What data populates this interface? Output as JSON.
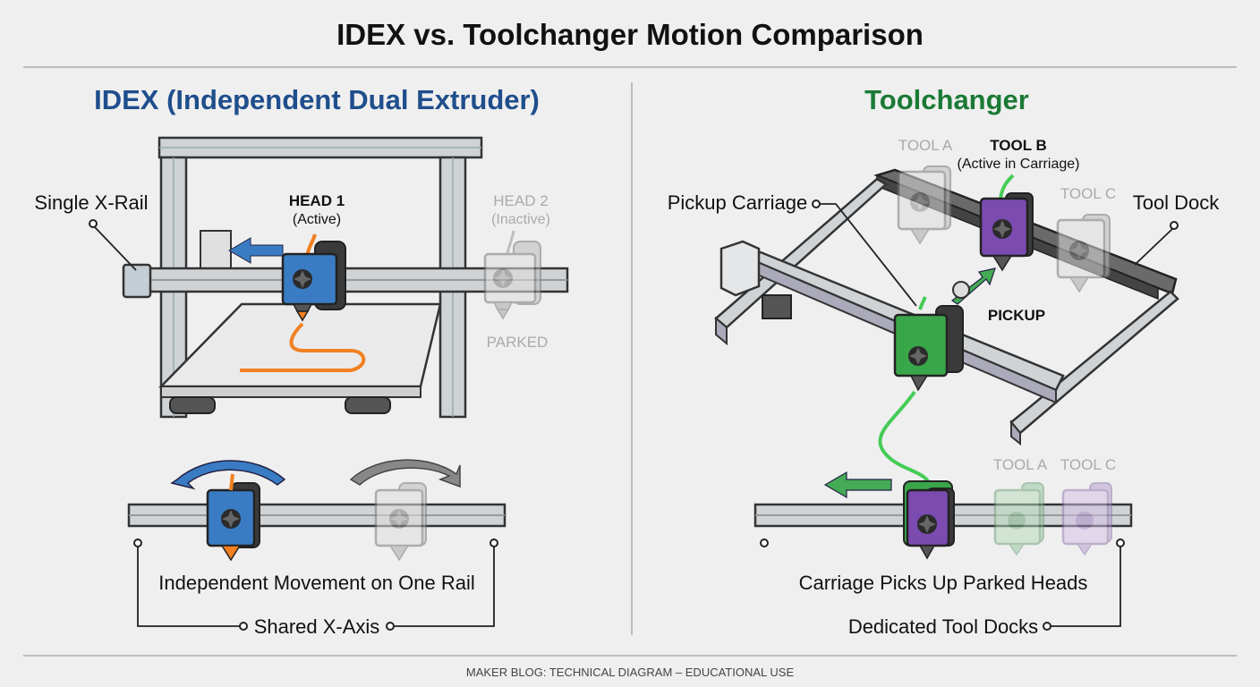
{
  "title": "IDEX vs. Toolchanger Motion Comparison",
  "footer": "MAKER BLOG: TECHNICAL DIAGRAM – EDUCATIONAL USE",
  "colors": {
    "idex_blue": "#1f4e8c",
    "toolchanger_green": "#1a7a35",
    "head_blue": "#3a7cc4",
    "head_green": "#3aa64a",
    "head_purple": "#7b4bb0",
    "filament_orange": "#f08020",
    "filament_green": "#44cc55",
    "arrow_blue": "#3a7cc4",
    "arrow_gray": "#888888",
    "arrow_green": "#44aa55"
  },
  "idex": {
    "heading": "IDEX (Independent Dual Extruder)",
    "single_x_rail_label": "Single X-Rail",
    "head1_title": "HEAD 1",
    "head1_state": "(Active)",
    "head2_title": "HEAD 2",
    "head2_state": "(Inactive)",
    "parked_label": "PARKED",
    "movement_caption": "Independent Movement on One Rail",
    "shared_axis_label": "Shared X-Axis"
  },
  "toolchanger": {
    "heading": "Toolchanger",
    "tool_a_label": "TOOL A",
    "tool_b_title": "TOOL B",
    "tool_b_state": "(Active in Carriage)",
    "tool_c_label": "TOOL C",
    "pickup_carriage_label": "Pickup Carriage",
    "tool_dock_label": "Tool Dock",
    "pickup_label": "PICKUP",
    "bottom_tool_a_label": "TOOL A",
    "bottom_tool_c_label": "TOOL C",
    "carriage_caption": "Carriage Picks Up Parked Heads",
    "dedicated_docks_label": "Dedicated Tool Docks"
  }
}
